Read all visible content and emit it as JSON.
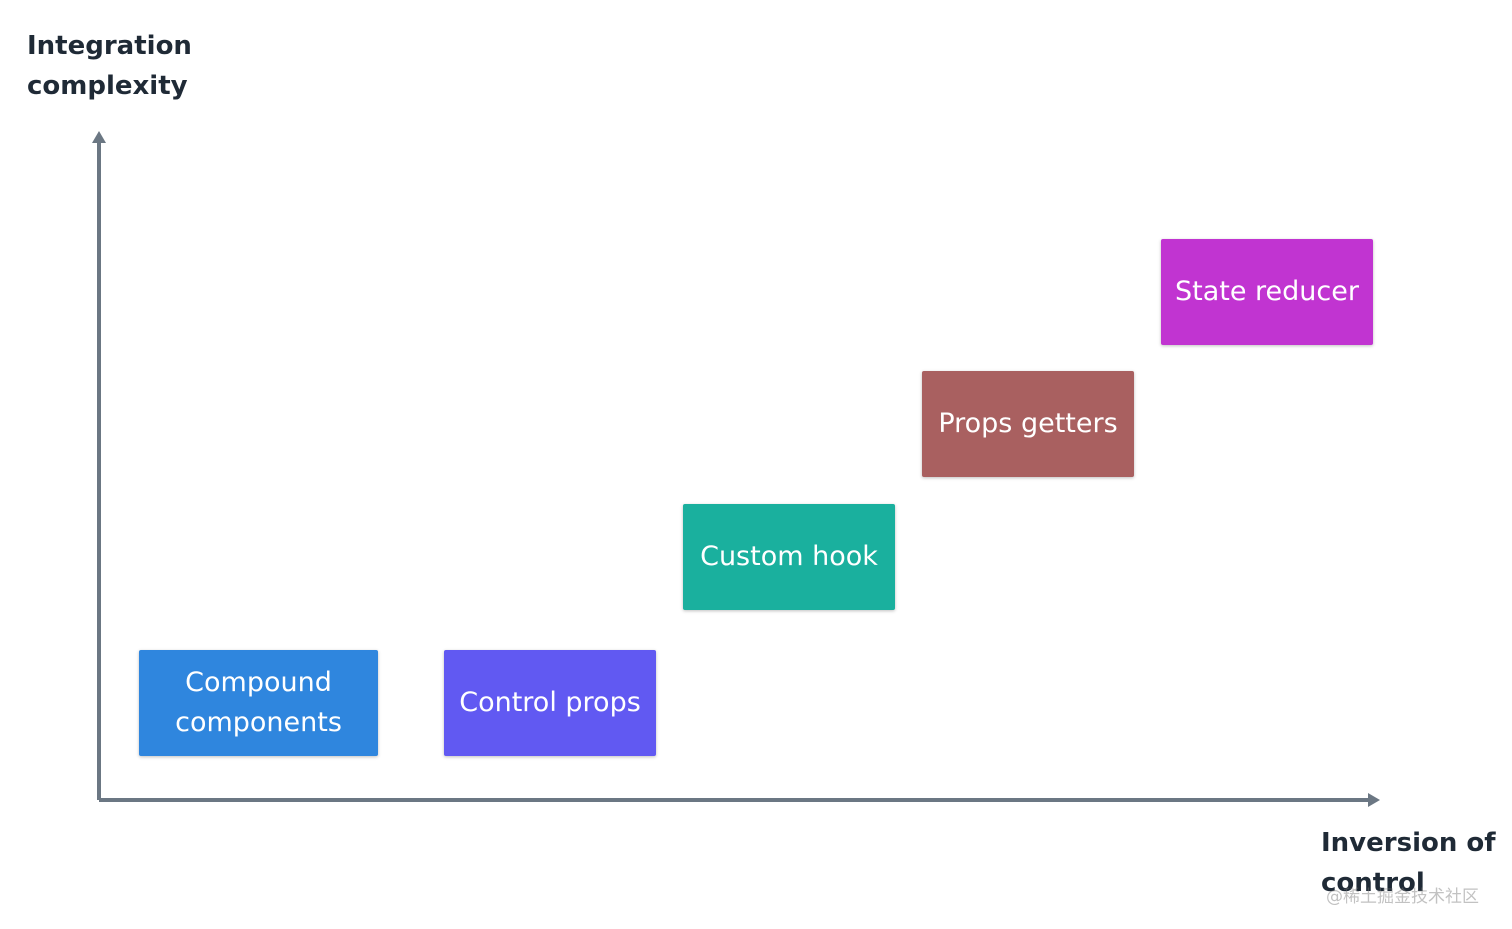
{
  "axes": {
    "y_label_lines": [
      "Integration",
      "complexity"
    ],
    "x_label_lines": [
      "Inversion of",
      "control"
    ],
    "color": "#6b7783"
  },
  "boxes": [
    {
      "id": "compound",
      "lines": [
        "Compound",
        "components"
      ],
      "color": "#2f86de"
    },
    {
      "id": "control",
      "lines": [
        "Control props"
      ],
      "color": "#6159f2"
    },
    {
      "id": "hook",
      "lines": [
        "Custom hook"
      ],
      "color": "#1ab09e"
    },
    {
      "id": "getters",
      "lines": [
        "Props getters"
      ],
      "color": "#a96060"
    },
    {
      "id": "reducer",
      "lines": [
        "State reducer"
      ],
      "color": "#c134d1"
    }
  ],
  "watermark": "@稀土掘金技术社区"
}
